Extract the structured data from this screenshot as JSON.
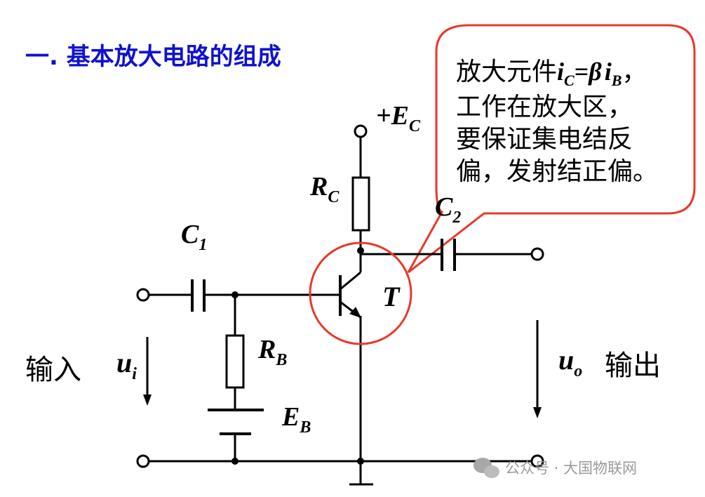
{
  "title": "一. 基本放大电路的组成",
  "callout": {
    "line1_prefix": "放大元件",
    "line1_i": "i",
    "line1_sub_c": "C",
    "line1_eq": "=",
    "line1_beta": "β",
    "line1_i2": "i",
    "line1_sub_b": "B",
    "line1_tail": "，",
    "line2": "工作在放大区，",
    "line3": "要保证集电结反",
    "line4": "偏，发射结正偏。"
  },
  "labels": {
    "ec_prefix": "+E",
    "ec_sub": "C",
    "rc": "R",
    "rc_sub": "C",
    "c1": "C",
    "c1_sub": "1",
    "c2": "C",
    "c2_sub": "2",
    "t": "T",
    "rb": "R",
    "rb_sub": "B",
    "eb": "E",
    "eb_sub": "B",
    "ui": "u",
    "ui_sub": "i",
    "uo": "u",
    "uo_sub": "o",
    "input": "输入",
    "output": "输出"
  },
  "watermark": "公众号 · 大国物联网",
  "colors": {
    "title": "#1010d0",
    "bubble_border": "#e8382a",
    "transistor_circle": "#e8382a",
    "wire": "#000000"
  }
}
